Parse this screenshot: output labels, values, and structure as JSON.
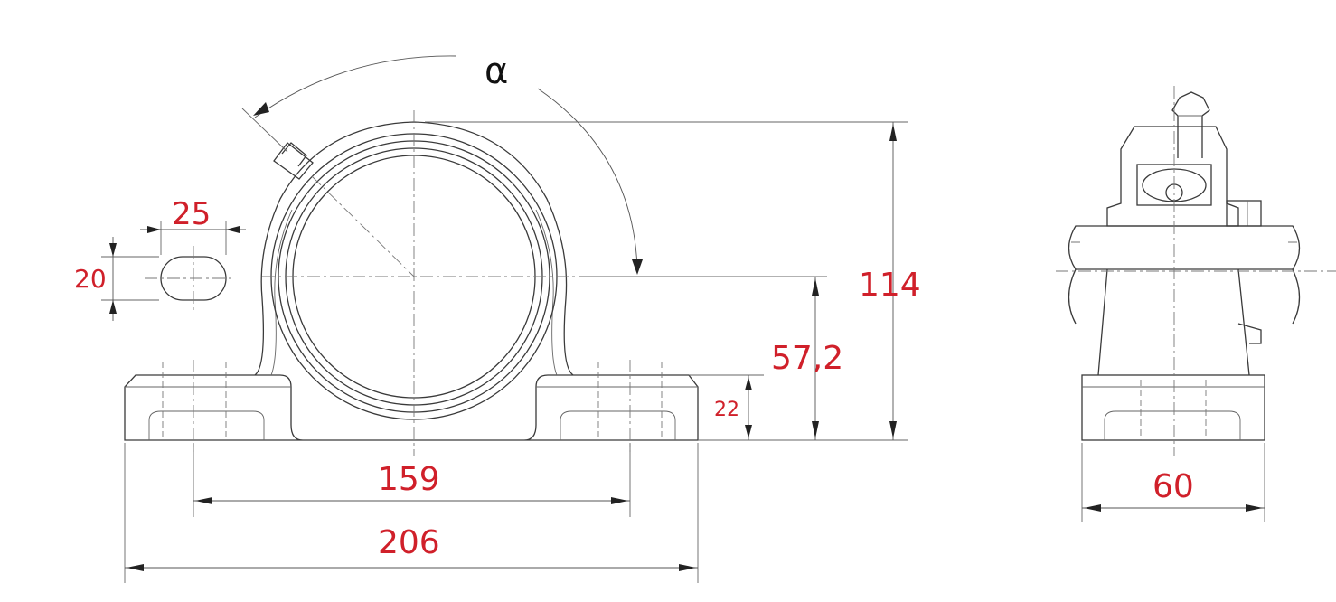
{
  "dimensions": {
    "hole_width": "25",
    "hole_height": "20",
    "total_height": "114",
    "shaft_center_height": "57,2",
    "base_thickness": "22",
    "bolt_spacing": "159",
    "total_length": "206",
    "side_width": "60"
  },
  "angle_label": "α",
  "colors": {
    "dimension_text": "#d0202a",
    "line": "#3a3a3a"
  }
}
